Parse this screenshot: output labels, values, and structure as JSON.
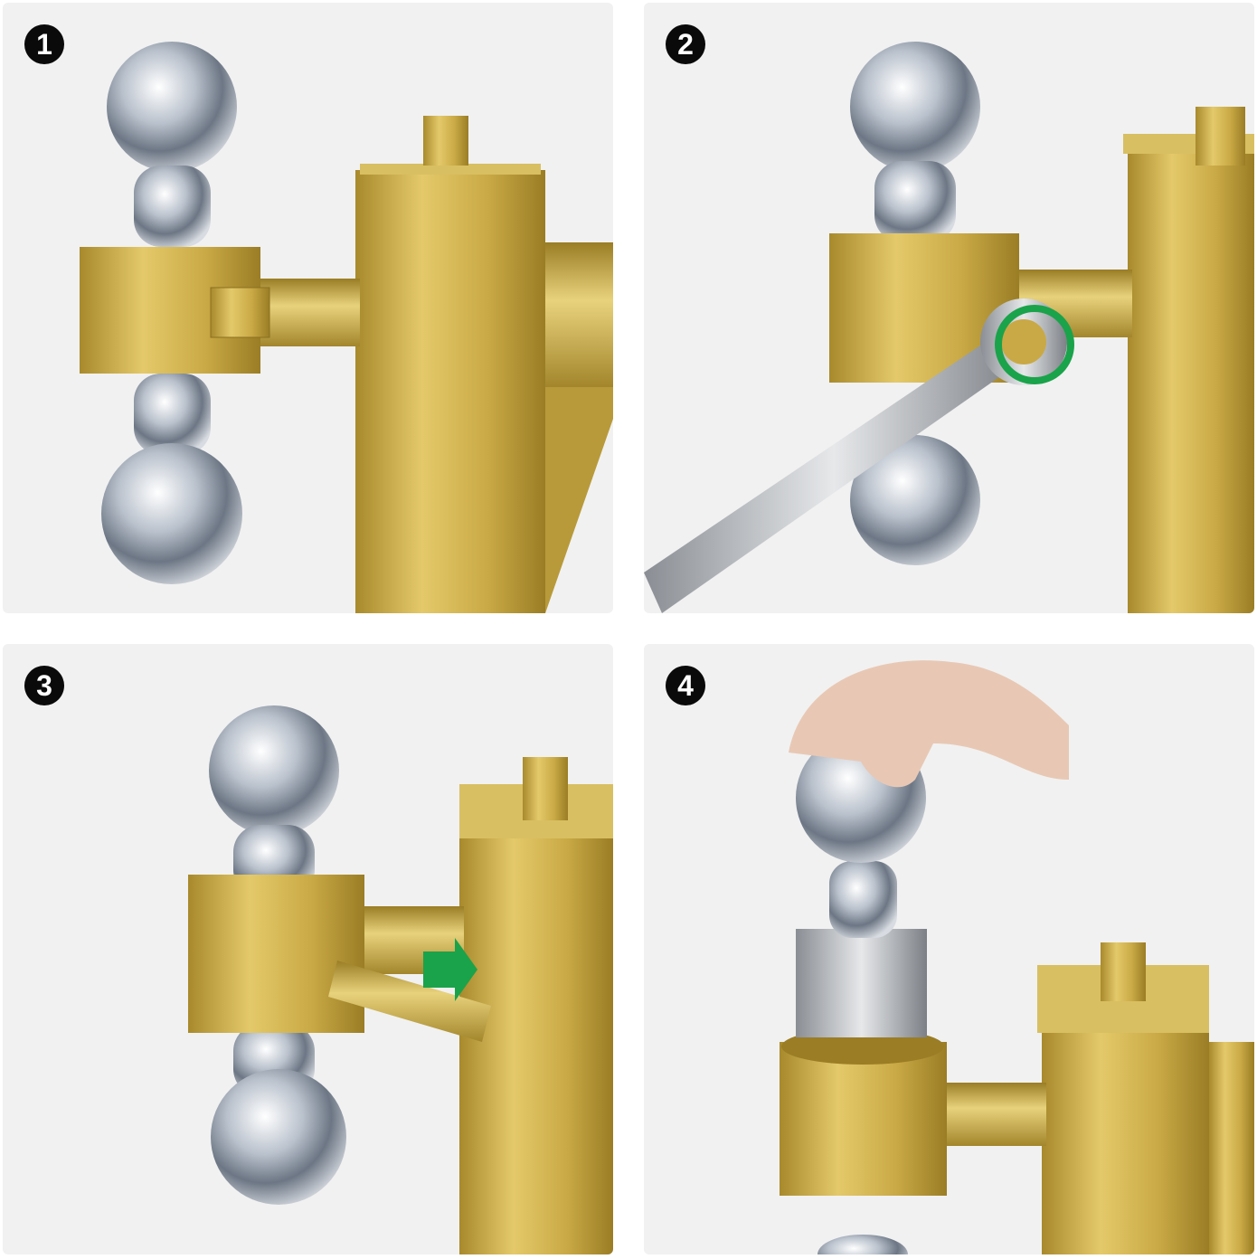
{
  "steps": [
    {
      "number": "1"
    },
    {
      "number": "2"
    },
    {
      "number": "3"
    },
    {
      "number": "4"
    }
  ],
  "colors": {
    "panel_bg": "#f1f1f1",
    "gold": "#c9a945",
    "chrome": "#c8ccd2",
    "arrow": "#1aa34a",
    "badge": "#0a0a0a"
  }
}
